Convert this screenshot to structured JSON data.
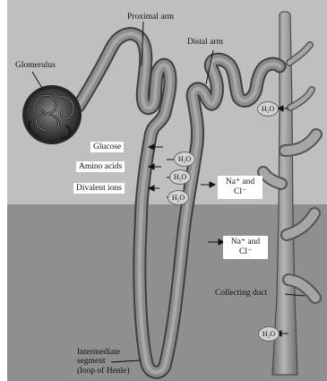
{
  "labels": {
    "proximal_arm": "Proximal arm",
    "distal_arm": "Distal arm",
    "glomerulus": "Glomerulus",
    "glucose": "Glucose",
    "amino_acids": "Amino acids",
    "divalent_ions": "Divalent ions",
    "na_cl_upper_1": "Na⁺ and",
    "na_cl_upper_2": "Cl⁻",
    "na_cl_lower_1": "Na⁺ and",
    "na_cl_lower_2": "Cl⁻",
    "collecting_duct": "Collecting duct",
    "intermediate_1": "Intermediate",
    "intermediate_2": "segment",
    "intermediate_3": "(loop of Henle)"
  },
  "water": {
    "distal": "H₂O",
    "proximal_1": "H₂O",
    "proximal_2": "H₂O",
    "proximal_3": "H₂O",
    "duct": "H₂O"
  },
  "colors": {
    "upper_background": "#bfbfbf",
    "lower_background": "#8f8f8f",
    "tubule_fill": "#8a8a8a",
    "tubule_outline": "#4a4a4a",
    "glomerulus": "#3a3a3a"
  }
}
